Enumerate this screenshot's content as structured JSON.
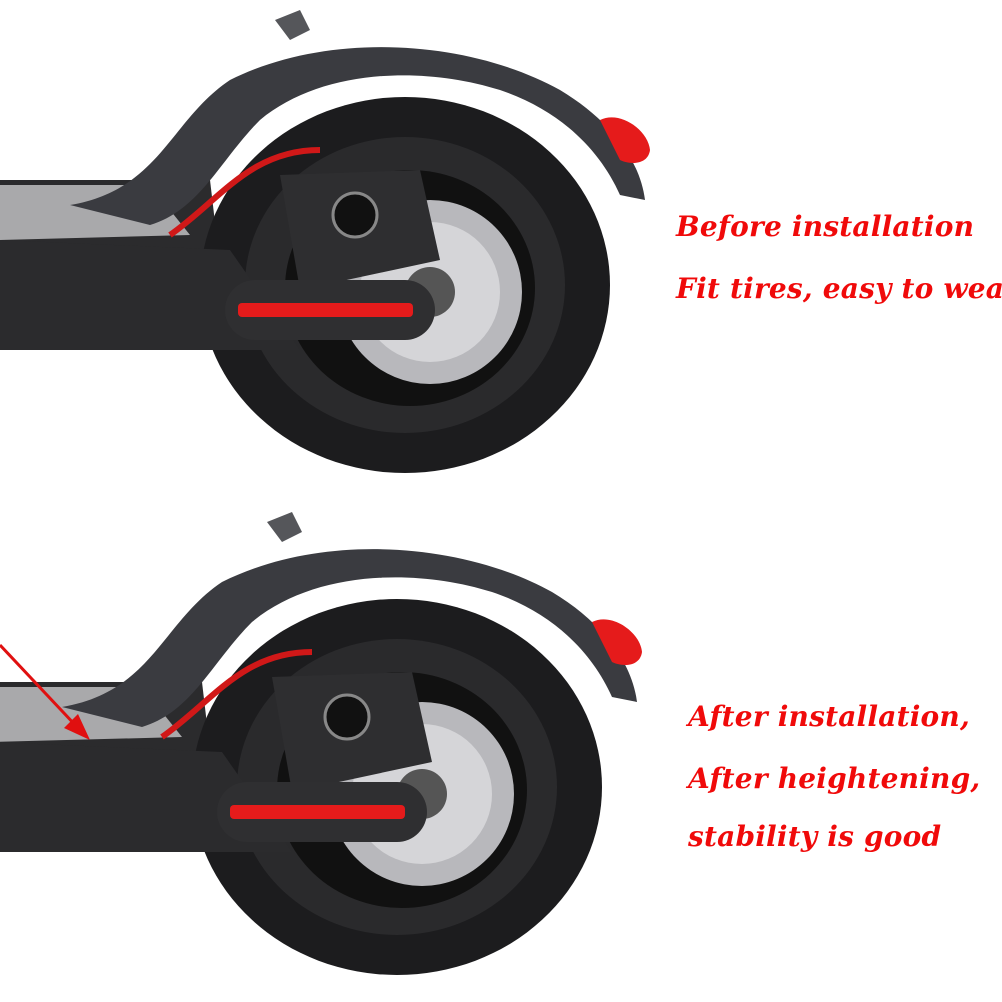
{
  "colors": {
    "caption": "#f00a0a",
    "tire": "#1c1c1e",
    "fender": "#3a3b40",
    "reflector": "#e51b1b",
    "cable": "#d01818",
    "arrow": "#e01010"
  },
  "before": {
    "lines": [
      "Before installation",
      "Fit tires, easy to wear"
    ]
  },
  "after": {
    "lines": [
      "After installation,",
      "After heightening,",
      "stability is good"
    ]
  }
}
